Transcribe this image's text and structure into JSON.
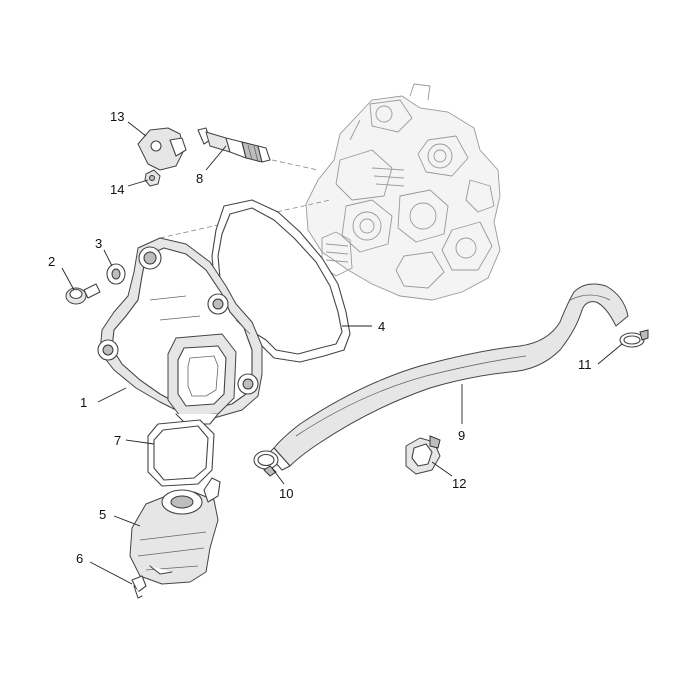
{
  "callouts": [
    {
      "id": "1",
      "label": "1"
    },
    {
      "id": "2",
      "label": "2"
    },
    {
      "id": "3",
      "label": "3"
    },
    {
      "id": "4",
      "label": "4"
    },
    {
      "id": "5",
      "label": "5"
    },
    {
      "id": "6",
      "label": "6"
    },
    {
      "id": "7",
      "label": "7"
    },
    {
      "id": "8",
      "label": "8"
    },
    {
      "id": "9",
      "label": "9"
    },
    {
      "id": "10",
      "label": "10"
    },
    {
      "id": "11",
      "label": "11"
    },
    {
      "id": "12",
      "label": "12"
    },
    {
      "id": "13",
      "label": "13"
    },
    {
      "id": "14",
      "label": "14"
    }
  ],
  "colors": {
    "line": "#444444",
    "ghost": "#9a9a9a",
    "shade": "#e6e6e6",
    "background": "#ffffff"
  }
}
